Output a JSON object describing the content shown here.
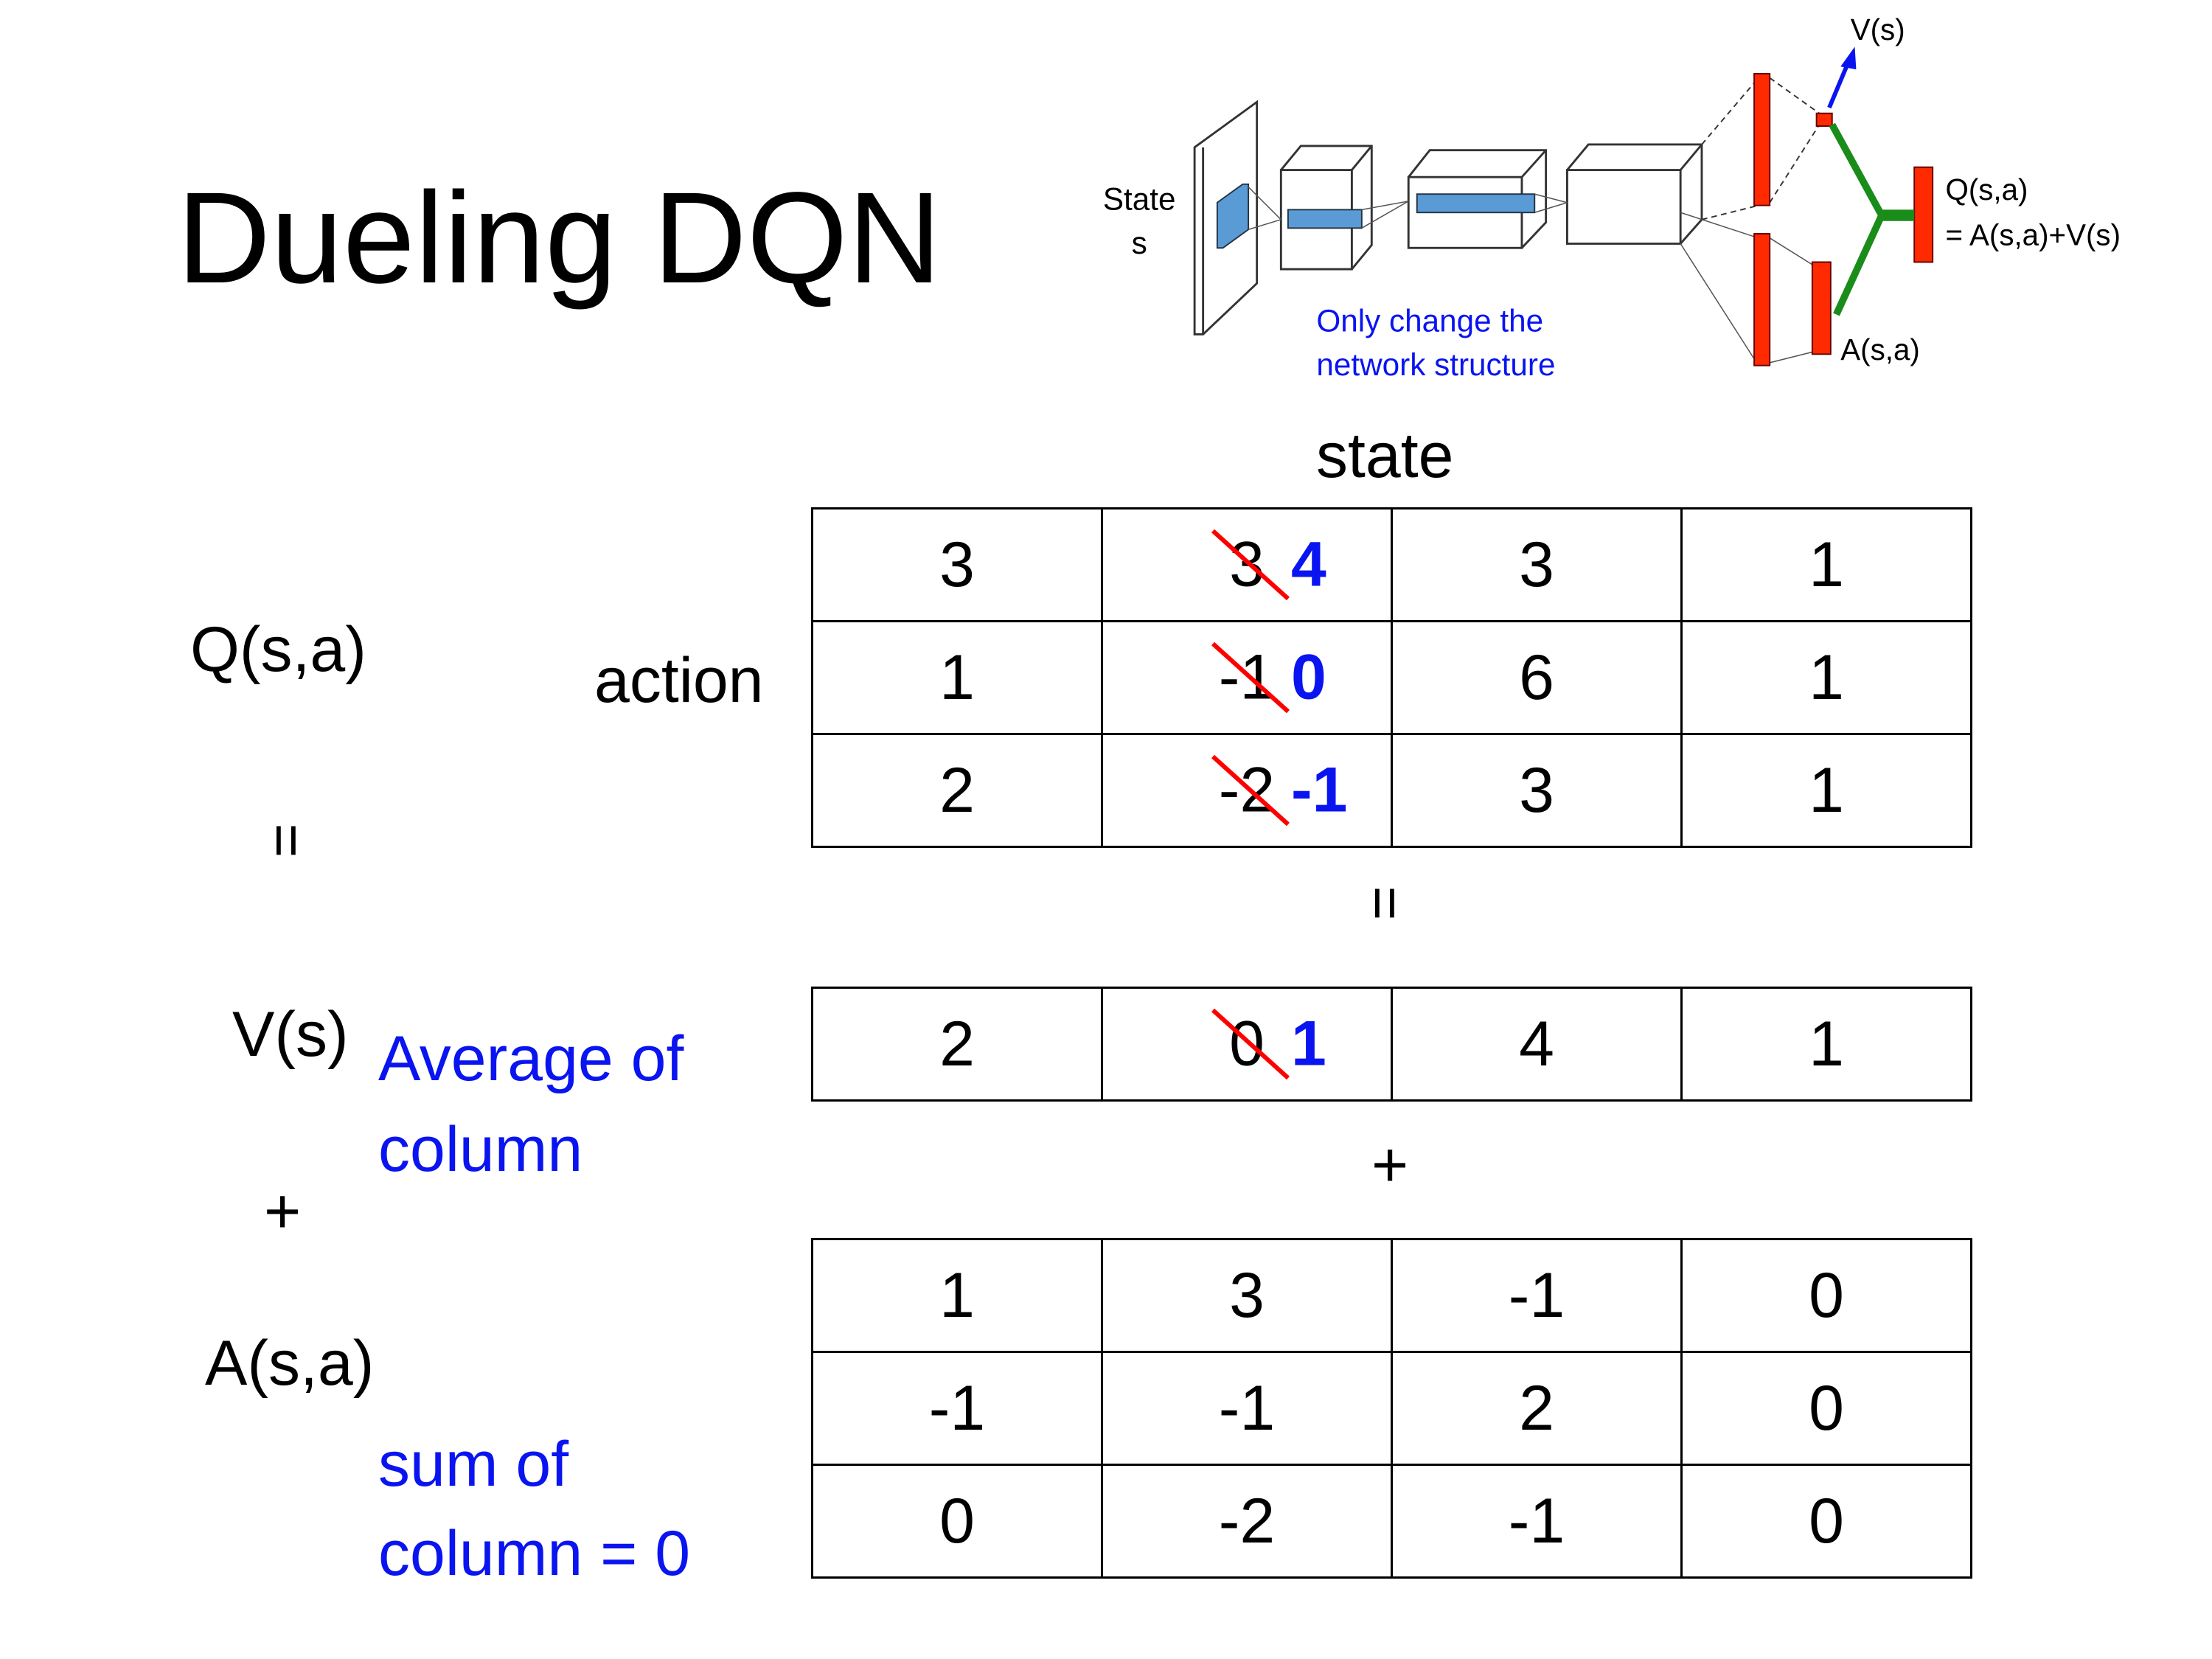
{
  "slide": {
    "title": "Dueling DQN",
    "state_label": "state",
    "action_label": "action",
    "q_label": "Q(s,a)",
    "equals_left": "=",
    "equals_middle": "=",
    "v_label": "V(s)",
    "v_note_line1": "Average of",
    "v_note_line2": "column",
    "plus_left": "+",
    "plus_middle": "+",
    "a_label": "A(s,a)",
    "a_note_line1": "sum of",
    "a_note_line2": "column = 0"
  },
  "diagram": {
    "state_line1": "State",
    "state_line2": "s",
    "v_output": "V(s)",
    "q_output_line1": "Q(s,a)",
    "q_output_line2": "= A(s,a)+V(s)",
    "a_output": "A(s,a)",
    "note_line1": "Only change the",
    "note_line2": "network structure",
    "colors": {
      "layer_fill": "#5b9bd5",
      "output_fill": "#ff2a00",
      "merge_line": "#1a8c1a",
      "value_arrow": "#0a14f0",
      "note_text": "#0a14f0"
    }
  },
  "q_table": [
    [
      "3",
      {
        "old": "3",
        "new": "4"
      },
      "3",
      "1"
    ],
    [
      "1",
      {
        "old": "-1",
        "new": "0"
      },
      "6",
      "1"
    ],
    [
      "2",
      {
        "old": "-2",
        "new": "-1"
      },
      "3",
      "1"
    ]
  ],
  "v_table": [
    [
      "2",
      {
        "old": "0",
        "new": "1"
      },
      "4",
      "1"
    ]
  ],
  "a_table": [
    [
      "1",
      "3",
      "-1",
      "0"
    ],
    [
      "-1",
      "-1",
      "2",
      "0"
    ],
    [
      "0",
      "-2",
      "-1",
      "0"
    ]
  ],
  "colors": {
    "correction_text": "#0a14f0",
    "strike_line": "#ff0000",
    "note_text": "#0a14f0"
  }
}
